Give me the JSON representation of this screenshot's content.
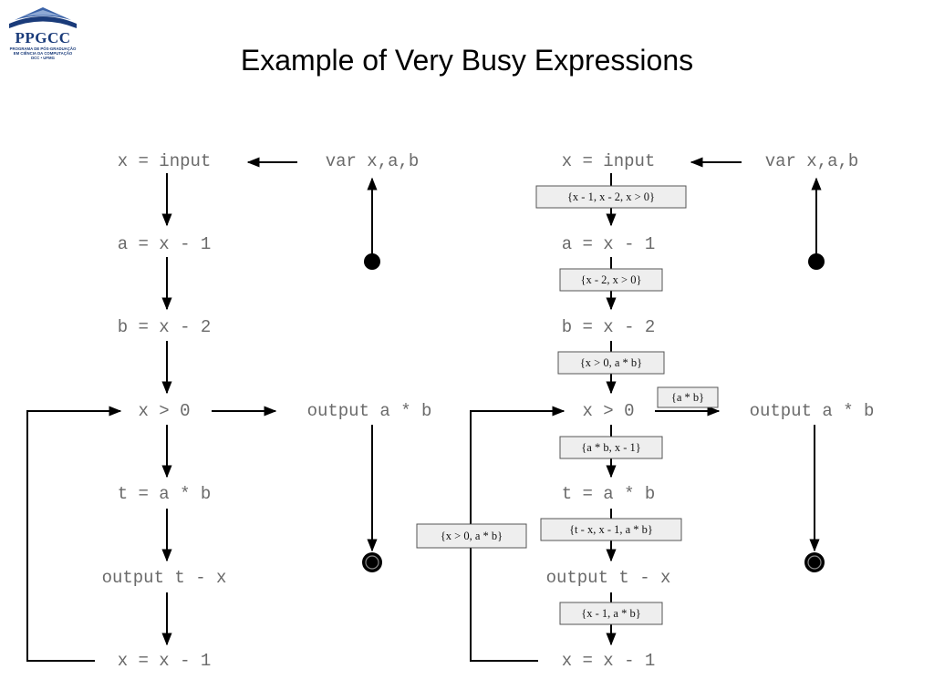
{
  "logo": {
    "acronym": "PPGCC",
    "line1": "PROGRAMA DE PÓS-GRADUAÇÃO",
    "line2": "EM CIÊNCIA DA COMPUTAÇÃO",
    "line3": "DCC • UFMG"
  },
  "title": "Example of Very Busy Expressions",
  "nodes": {
    "decl": "var x,a,b",
    "n1": "x = input",
    "n2": "a = x - 1",
    "n3": "b = x - 2",
    "n4": "x > 0",
    "n5": "output a * b",
    "n6": "t = a * b",
    "n7": "output t - x",
    "n8": "x = x - 1"
  },
  "labels": {
    "l1": "{x - 1, x - 2, x > 0}",
    "l2": "{x - 2, x > 0}",
    "l3": "{x > 0, a * b}",
    "l4": "{a * b}",
    "l5": "{a * b, x - 1}",
    "l6": "{t - x, x - 1, a * b}",
    "l7": "{x > 0, a * b}",
    "l8": "{x - 1, a * b}"
  }
}
